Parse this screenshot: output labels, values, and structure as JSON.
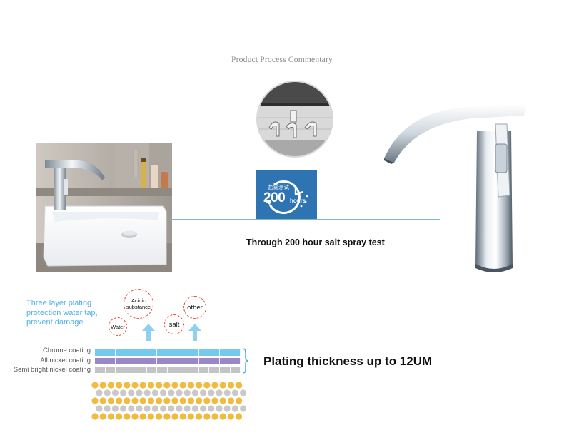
{
  "title": "Product Process Commentary",
  "salt_spray": {
    "badge_cn": "盐雾测试",
    "badge_number": "200",
    "badge_unit": "hours",
    "caption": "Through 200 hour salt spray test"
  },
  "plating": {
    "intro": "Three layer plating protection water tap, prevent damage",
    "threats": [
      "Water",
      "Acidic substance",
      "salt",
      "other"
    ],
    "layers": [
      "Chrome coating",
      "All nickel coating",
      "Semi bright nickel coating"
    ],
    "thickness_text": "Plating thickness up to 12UM"
  },
  "colors": {
    "intro_text": "#4db1e3",
    "chrome_layer": "#73c9ee",
    "nickel_layer": "#9b87c6",
    "semi_nickel_layer": "#c4c4c4",
    "badge_bg": "#2f74b2",
    "bubble_border": "#e0443a",
    "arrow": "#8fd0f0",
    "dot_gold": "#f0bb3e",
    "dot_grey": "#c9c9c9"
  }
}
